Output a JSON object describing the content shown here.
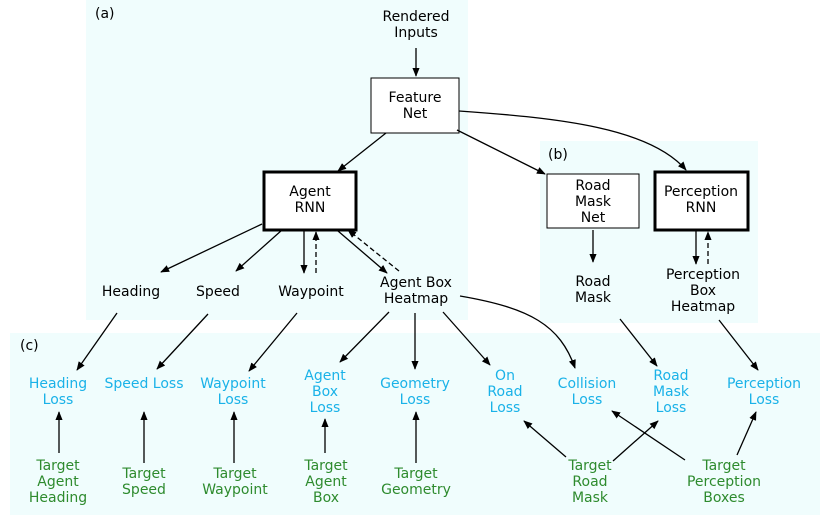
{
  "colors": {
    "panel_bg": "#f0fdfd",
    "loss_text": "#1ab2e8",
    "target_text": "#2e8b2e",
    "line": "#000000"
  },
  "panels": {
    "a": "(a)",
    "b": "(b)",
    "c": "(c)"
  },
  "nodes": {
    "rendered_inputs": [
      "Rendered",
      "Inputs"
    ],
    "feature_net": [
      "Feature",
      "Net"
    ],
    "agent_rnn": [
      "Agent",
      "RNN"
    ],
    "road_mask_net": [
      "Road",
      "Mask",
      "Net"
    ],
    "perception_rnn": [
      "Perception",
      "RNN"
    ],
    "heading": [
      "Heading"
    ],
    "speed": [
      "Speed"
    ],
    "waypoint": [
      "Waypoint"
    ],
    "agent_box_heatmap": [
      "Agent Box",
      "Heatmap"
    ],
    "road_mask": [
      "Road",
      "Mask"
    ],
    "perception_box_heatmap": [
      "Perception",
      "Box",
      "Heatmap"
    ],
    "heading_loss": [
      "Heading",
      "Loss"
    ],
    "speed_loss": [
      "Speed Loss"
    ],
    "waypoint_loss": [
      "Waypoint",
      "Loss"
    ],
    "agent_box_loss": [
      "Agent",
      "Box",
      "Loss"
    ],
    "geometry_loss": [
      "Geometry",
      "Loss"
    ],
    "on_road_loss": [
      "On",
      "Road",
      "Loss"
    ],
    "collision_loss": [
      "Collision",
      "Loss"
    ],
    "road_mask_loss": [
      "Road",
      "Mask",
      "Loss"
    ],
    "perception_loss": [
      "Perception",
      "Loss"
    ],
    "target_agent_heading": [
      "Target",
      "Agent",
      "Heading"
    ],
    "target_speed": [
      "Target",
      "Speed"
    ],
    "target_waypoint": [
      "Target",
      "Waypoint"
    ],
    "target_agent_box": [
      "Target",
      "Agent",
      "Box"
    ],
    "target_geometry": [
      "Target",
      "Geometry"
    ],
    "target_road_mask": [
      "Target",
      "Road",
      "Mask"
    ],
    "target_perception_boxes": [
      "Target",
      "Perception",
      "Boxes"
    ]
  }
}
